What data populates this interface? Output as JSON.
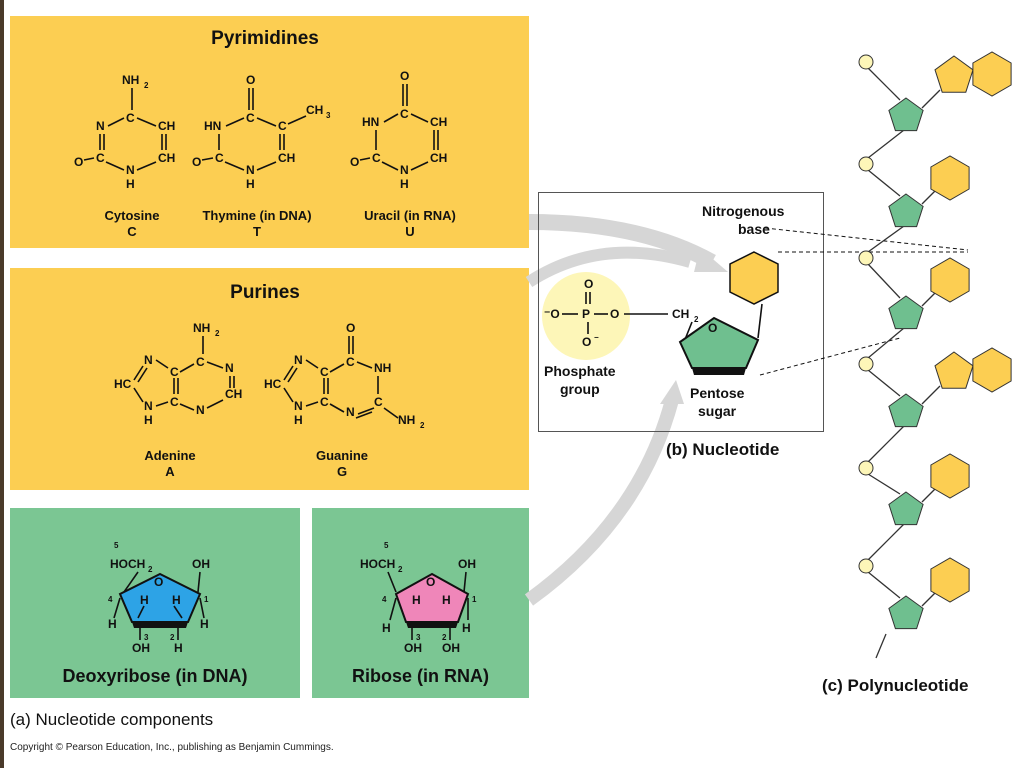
{
  "pyrimidines": {
    "title": "Pyrimidines",
    "bases": [
      {
        "name": "Cytosine",
        "letter": "C"
      },
      {
        "name": "Thymine (in DNA)",
        "letter": "T"
      },
      {
        "name": "Uracil (in RNA)",
        "letter": "U"
      }
    ]
  },
  "purines": {
    "title": "Purines",
    "bases": [
      {
        "name": "Adenine",
        "letter": "A"
      },
      {
        "name": "Guanine",
        "letter": "G"
      }
    ]
  },
  "sugars": [
    {
      "name": "Deoxyribose (in DNA)",
      "color": "#2da3e6"
    },
    {
      "name": "Ribose (in RNA)",
      "color": "#ef86b9"
    }
  ],
  "nucleotide": {
    "caption": "(b) Nucleotide",
    "base_label_1": "Nitrogenous",
    "base_label_2": "base",
    "phosphate_label_1": "Phosphate",
    "phosphate_label_2": "group",
    "sugar_label_1": "Pentose",
    "sugar_label_2": "sugar"
  },
  "captions": {
    "components": "(a) Nucleotide components",
    "polynucleotide": "(c) Polynucleotide"
  },
  "copyright": "Copyright © Pearson Education, Inc., publishing as Benjamin Cummings.",
  "colors": {
    "panel_yellow": "#fcce52",
    "panel_green": "#7bc693",
    "base_yellow": "#fcce52",
    "sugar_green": "#6fbf8f",
    "phosphate_circle": "#fdf6b8"
  }
}
